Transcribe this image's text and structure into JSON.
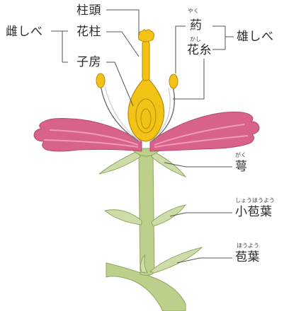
{
  "labels": {
    "stigma": "柱頭",
    "style": "花柱",
    "ovary": "子房",
    "pistil": "雌しべ",
    "anther": "葯",
    "anther_ruby": "やく",
    "filament": "花糸",
    "filament_ruby": "かし",
    "stamen": "雄しべ",
    "calyx": "萼",
    "calyx_ruby": "がく",
    "bracteole": "小苞葉",
    "bracteole_ruby": "しょうほうよう",
    "bract": "苞葉",
    "bract_ruby": "ほうよう"
  },
  "colors": {
    "petal": "#d9628a",
    "petal_light": "#ee9bb5",
    "pistil": "#f2c216",
    "pistil_dark": "#b88a00",
    "stem": "#bcd08c",
    "stem_dark": "#8fa860",
    "leaf": "#cddca8",
    "line": "#555555"
  }
}
